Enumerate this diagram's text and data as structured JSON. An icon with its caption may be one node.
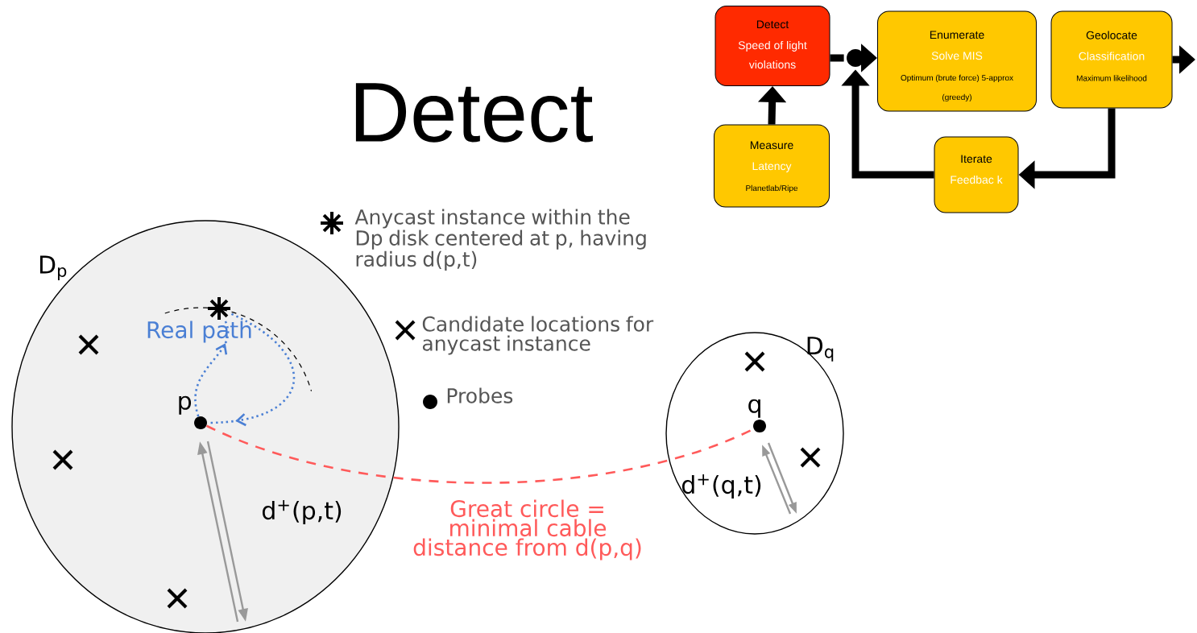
{
  "diagram": {
    "title": "Detect",
    "nodes": [
      {
        "text": [
          "Detect",
          "Speed of light violations"
        ]
      },
      {
        "text": [],
        "shape": "circle"
      },
      {
        "text": [
          "Enumerate",
          "Solve MIS",
          "Optimum (brute force) 5-approx (greedy)"
        ]
      },
      {
        "text": [
          "Geolocate",
          "Classification",
          "Maximum likelihood"
        ]
      },
      {
        "text": [
          "Measure",
          "Latency",
          "Planetlab/Ripe"
        ]
      },
      {
        "text": [
          "Iterate",
          "Feedbac k"
        ]
      },
      {
        "text": [
          "D$_{p}$"
        ]
      },
      {
        "text": [],
        "shape": "star",
        "in": 6
      },
      {
        "text": [
          "p"
        ],
        "in": 6
      },
      {
        "text": [
          "D$_{q}$"
        ]
      },
      {
        "text": [
          "q"
        ],
        "in": 9
      }
    ],
    "edges": [
      {
        "from": 4,
        "to": 0,
        "arrow": "to"
      },
      {
        "from": 0,
        "to": 1,
        "arrow": "none"
      },
      {
        "from": 1,
        "to": 2,
        "arrow": "to"
      },
      {
        "from": 3,
        "to": null,
        "arrow": "to"
      },
      {
        "from": 3,
        "to": 5,
        "arrow": "to"
      },
      {
        "from": 5,
        "to": 1,
        "arrow": "to"
      },
      {
        "from": 8,
        "to": 7,
        "arrow": "to",
        "style": "dashed",
        "color": "#4a7fd4",
        "label": "Real path"
      },
      {
        "from": 7,
        "to": 8,
        "arrow": "to",
        "style": "dashed",
        "color": "#4a7fd4"
      },
      {
        "from": 8,
        "to": 10,
        "arrow": "none",
        "style": "dashed",
        "color": "#ff5a5a",
        "label": "Great circle = minimal cable distance from d(p,q)"
      }
    ],
    "labels": [
      "d$^{+}$(p,t)",
      "d$^{+}$(q,t)"
    ],
    "legend": [
      {
        "text": "Anycast instance within the Dp disk centered at p, having radius d(p,t)"
      },
      {
        "text": "Candidate locations for anycast instance"
      },
      {
        "text": "Probes"
      }
    ]
  }
}
